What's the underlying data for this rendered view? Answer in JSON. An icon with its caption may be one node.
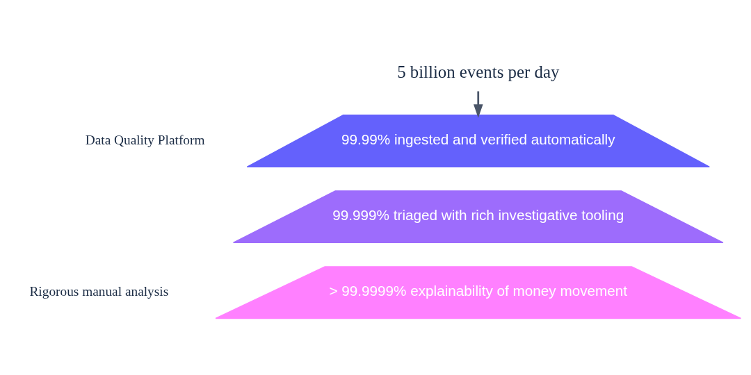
{
  "diagram": {
    "nodes": [
      {
        "text": [
          "5 billion events per day"
        ]
      },
      {
        "text": [
          "99.99% ingested and verified automatically"
        ]
      },
      {
        "text": [
          "99.999% triaged with rich investigative tooling"
        ]
      },
      {
        "text": [
          "> 99.9999% explainability of money movement"
        ]
      }
    ],
    "edges": [
      {
        "from": 0,
        "to": 1,
        "arrow": "to"
      }
    ],
    "labels": [
      "Data Quality Platform",
      "Rigorous manual analysis"
    ]
  }
}
